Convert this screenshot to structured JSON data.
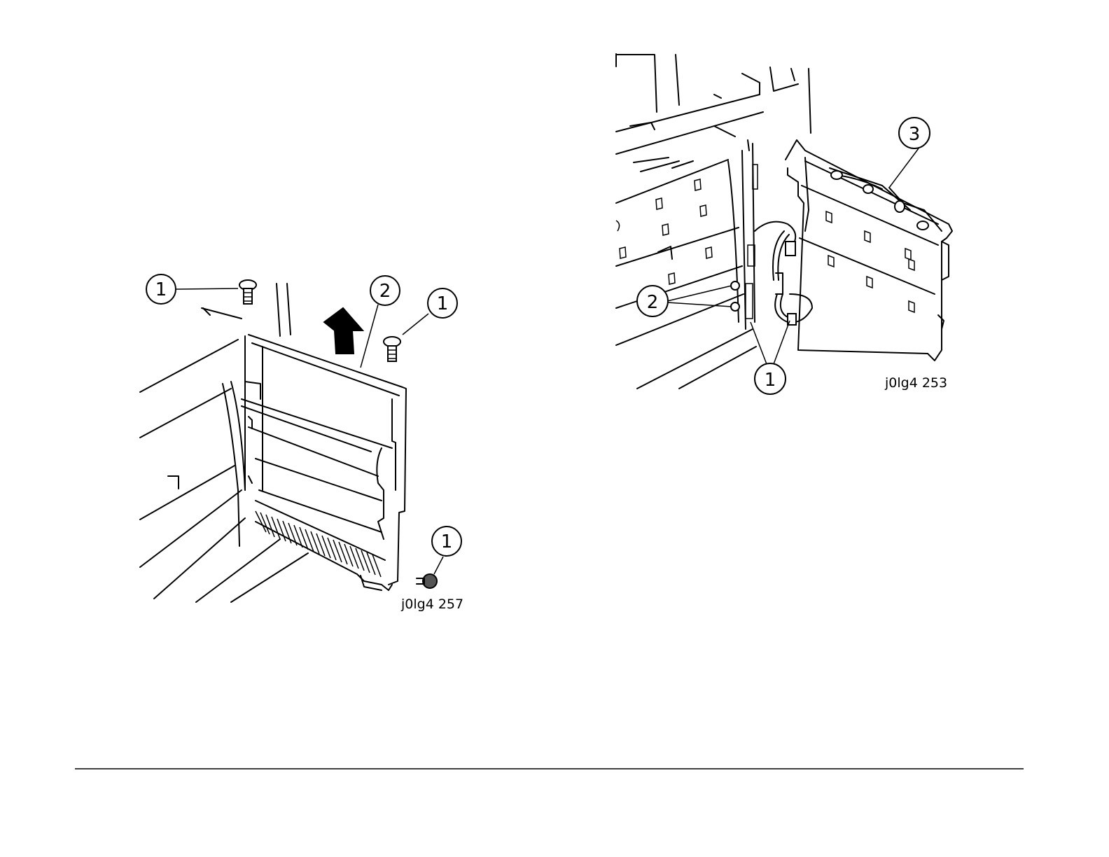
{
  "figures": [
    {
      "id": "left",
      "label": "j0lg4 257",
      "callouts": [
        "1",
        "2",
        "1",
        "1"
      ]
    },
    {
      "id": "right",
      "label": "j0lg4 253",
      "callouts": [
        "3",
        "2",
        "1"
      ]
    }
  ]
}
